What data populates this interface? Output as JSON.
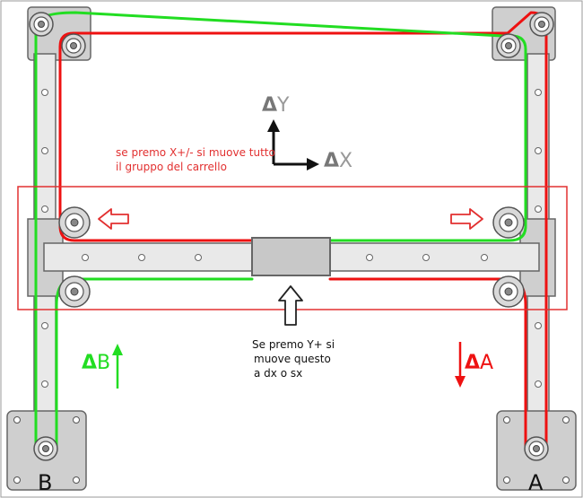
{
  "labels": {
    "dy_delta": "Δ",
    "dy_letter": "Y",
    "dx_delta": "Δ",
    "dx_letter": "X",
    "db_delta": "Δ",
    "db_letter": "B",
    "da_delta": "Δ",
    "da_letter": "A",
    "motor_b": "B",
    "motor_a": "A"
  },
  "notes": {
    "x_note": [
      "se premo X+/- si muove tutto",
      "il gruppo del carrello"
    ],
    "y_note": [
      "Se premo Y+ si",
      "muove questo",
      "a dx o sx"
    ]
  },
  "colors": {
    "belt_green": "#22dd22",
    "belt_red": "#ee1111",
    "frame_gray": "#cfcfcf",
    "frame_stroke": "#666666",
    "rail_fill": "#e9e9e9",
    "carriage_fill": "#c8c8c8",
    "highlight_box": "#e23030",
    "label_gray": "#888888",
    "note_red": "#e23030"
  }
}
